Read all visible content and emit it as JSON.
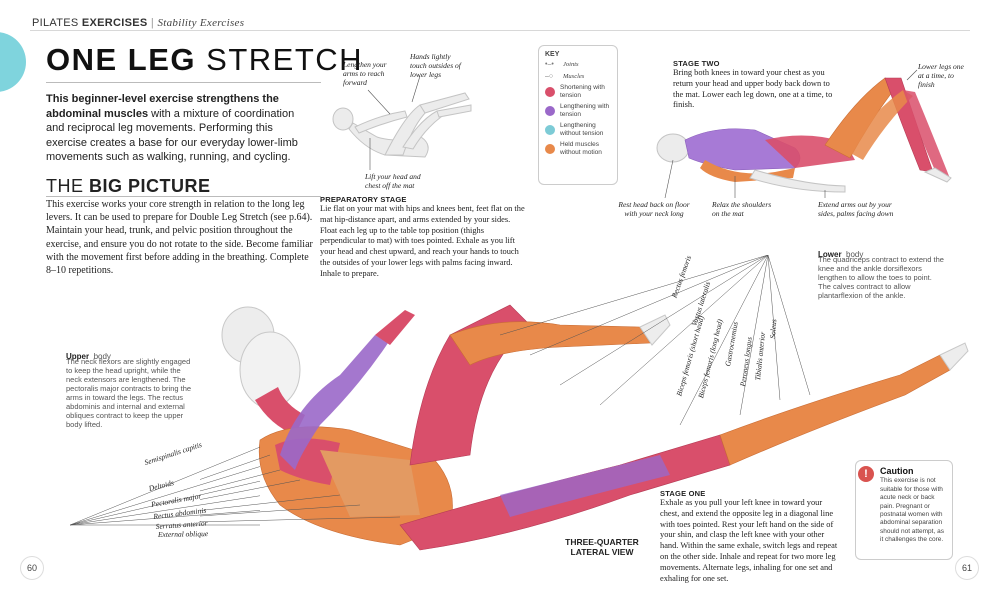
{
  "header": {
    "section": "PILATES",
    "chapter": "EXERCISES",
    "separator": "|",
    "subtitle": "Stability Exercises"
  },
  "title": {
    "part1": "ONE LEG",
    "part2": "STRETCH"
  },
  "intro": {
    "bold": "This beginner-level exercise strengthens the abdominal muscles",
    "rest": " with a mixture of coordination and reciprocal leg movements. Performing this exercise creates a base for our everyday lower-limb movements such as walking, running, and cycling."
  },
  "big_picture": {
    "heading_light": "THE",
    "heading_bold": "BIG PICTURE",
    "text": "This exercise works your core strength in relation to the long leg levers. It can be used to prepare for Double Leg Stretch (see p.64). Maintain your head, trunk, and pelvic position throughout the exercise, and ensure you do not rotate to the side. Become familiar with the movement first before adding in the breathing. Complete 8–10 repetitions."
  },
  "prep_captions": {
    "reach": "Lengthen your arms to reach forward",
    "hands": "Hands lightly touch outsides of lower legs",
    "lift": "Lift your head and chest off the mat"
  },
  "preparatory": {
    "heading": "PREPARATORY STAGE",
    "text": "Lie flat on your mat with hips and knees bent, feet flat on the mat hip-distance apart, and arms extended by your sides. Float each leg up to the table top position (thighs perpendicular to mat) with toes pointed. Exhale as you lift your head and chest upward, and reach your hands to touch the outsides of your lower legs with palms facing inward. Inhale to prepare."
  },
  "key": {
    "title": "KEY",
    "joints": "Joints",
    "muscles": "Muscles",
    "items": [
      {
        "label": "Shortening with tension",
        "color": "#d94f6b"
      },
      {
        "label": "Lengthening with tension",
        "color": "#9a68c9"
      },
      {
        "label": "Lengthening without tension",
        "color": "#7dcbd6"
      },
      {
        "label": "Held muscles without motion",
        "color": "#e8894a"
      }
    ]
  },
  "stage_two": {
    "heading": "STAGE TWO",
    "text": "Bring both knees in toward your chest as you return your head and upper body back down to the mat. Lower each leg down, one at a time, to finish.",
    "captions": {
      "lower": "Lower legs one at a time, to finish",
      "rest": "Rest head back on floor with your neck long",
      "relax": "Relax the shoulders on the mat",
      "extend": "Extend arms out by your sides, palms facing down"
    }
  },
  "lower_body": {
    "title_bold": "Lower",
    "title_light": "body",
    "text": "The quadriceps contract to extend the knee and the ankle dorsiflexors lengthen to allow the toes to point. The calves contract to allow plantarflexion of the ankle."
  },
  "upper_body": {
    "title_bold": "Upper",
    "title_light": "body",
    "text": "The neck flexors are slightly engaged to keep the head upright, while the neck extensors are lengthened. The pectoralis major contracts to bring the arms in toward the legs. The rectus abdominis and internal and external obliques contract to keep the upper body lifted."
  },
  "muscles_leg": [
    "Rectus femoris",
    "Vastus lateralis",
    "Biceps femoris (short head)",
    "Biceps femoris (long head)",
    "Gastrocnemius",
    "Peroneus longus",
    "Tibialis anterior",
    "Soleus"
  ],
  "muscles_upper": [
    "Semispinalis capitis",
    "Deltoids",
    "Pectoralis major",
    "Rectus abdominis",
    "Serratus anterior",
    "External oblique"
  ],
  "view_label": "THREE-QUARTER LATERAL VIEW",
  "stage_one": {
    "heading": "STAGE ONE",
    "text": "Exhale as you pull your left knee in toward your chest, and extend the opposite leg in a diagonal line with toes pointed. Rest your left hand on the side of your shin, and clasp the left knee with your other hand. Within the same exhale, switch legs and repeat on the other side. Inhale and repeat for two more leg movements. Alternate legs, inhaling for one set and exhaling for one set."
  },
  "caution": {
    "title": "Caution",
    "icon": "!",
    "text": "This exercise is not suitable for those with acute neck or back pain. Pregnant or postnatal women with abdominal separation should not attempt, as it challenges the core."
  },
  "pages": {
    "left": "60",
    "right": "61"
  }
}
